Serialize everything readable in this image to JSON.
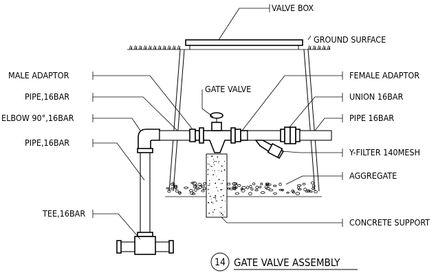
{
  "labels": {
    "valve_box": "VALVE BOX",
    "ground_surface": "GROUND SURFACE",
    "male_adaptor": "MALE ADAPTOR",
    "pipe_left_upper": "PIPE,16BAR",
    "gate_valve": "GATE VALVE",
    "elbow": "ELBOW 90°,16BAR",
    "pipe_left_lower": "PIPE,16BAR",
    "tee": "TEE,16BAR",
    "female_adaptor": "FEMALE ADAPTOR",
    "union": "UNION 16BAR",
    "pipe_right": "PIPE 16BAR",
    "y_filter": "Y-FILTER 140MESH",
    "aggregate": "AGGREGATE",
    "concrete_support": "CONCRETE SUPPORT"
  },
  "title": {
    "number": "14",
    "text": "GATE VALVE ASSEMBLY"
  }
}
